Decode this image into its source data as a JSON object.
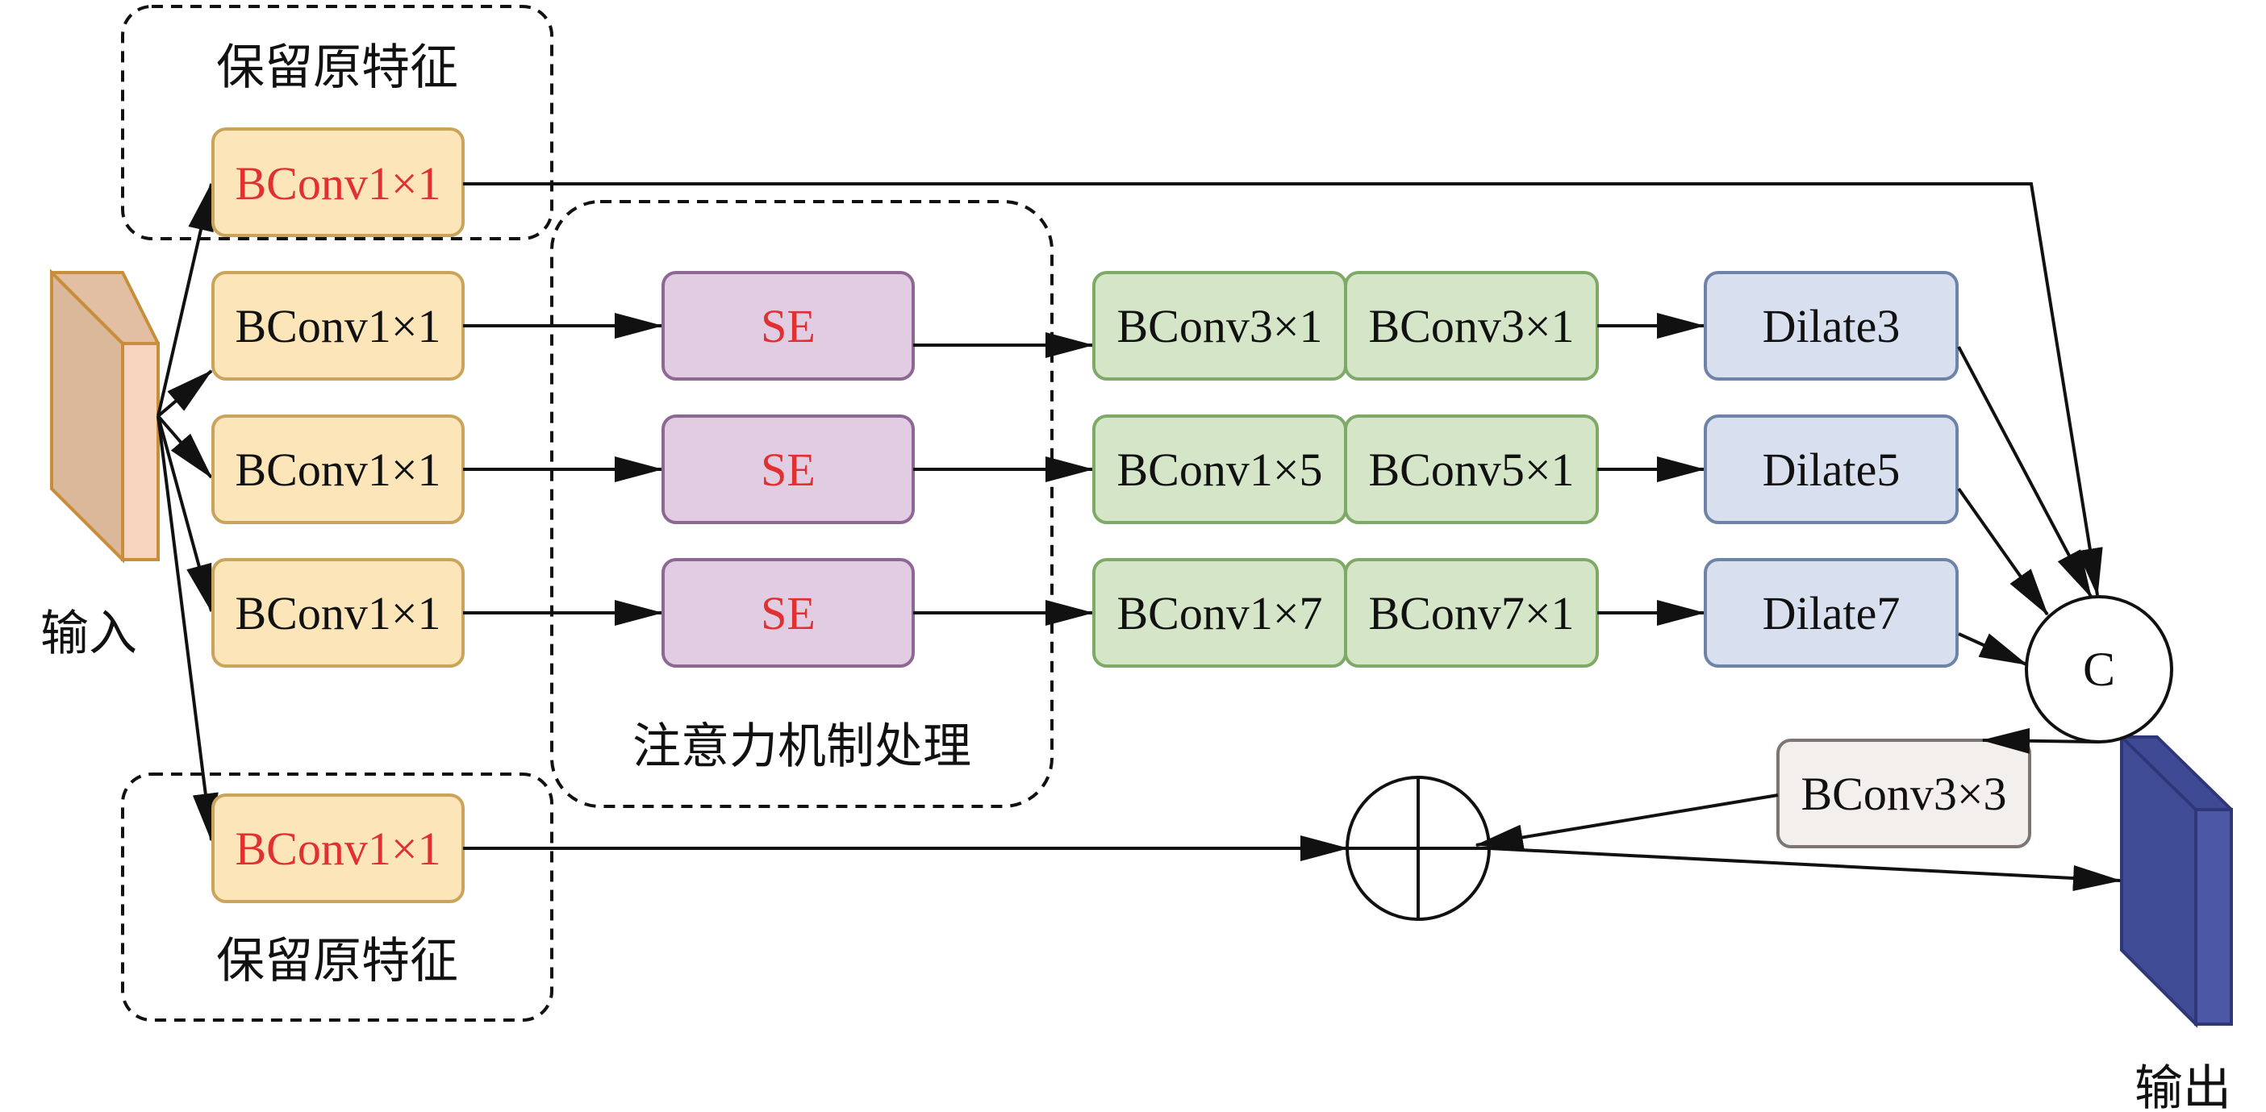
{
  "colors": {
    "bconv_fill": "#FCE5B8",
    "bconv_stroke": "#C9A45A",
    "se_fill": "#E1CCE1",
    "se_stroke": "#8E6894",
    "green_fill": "#D5E6C8",
    "green_stroke": "#7FA966",
    "dilate_fill": "#D8DFEF",
    "dilate_stroke": "#6F82A8",
    "bconv33_fill": "#F3EFEC",
    "bconv33_stroke": "#7E7672",
    "input_tensor": "#E2BFA3",
    "input_tensor_stroke": "#C98E3C",
    "output_tensor": "#3F4A94",
    "red_text": "#E03030",
    "black_text": "#111111"
  },
  "labels": {
    "input": "输入",
    "output": "输出",
    "keep_top": "保留原特征",
    "keep_bottom": "保留原特征",
    "attention": "注意力机制处理",
    "concat": "C"
  },
  "blocks": {
    "bconv_top": "BConv1×1",
    "bconv_b1": "BConv1×1",
    "bconv_b2": "BConv1×1",
    "bconv_b3": "BConv1×1",
    "bconv_bottom": "BConv1×1",
    "se1": "SE",
    "se2": "SE",
    "se3": "SE",
    "b1_conv_a": "BConv3×1",
    "b1_conv_b": "BConv3×1",
    "b2_conv_a": "BConv1×5",
    "b2_conv_b": "BConv5×1",
    "b3_conv_a": "BConv1×7",
    "b3_conv_b": "BConv7×1",
    "dilate1": "Dilate3",
    "dilate2": "Dilate5",
    "dilate3": "Dilate7",
    "bconv3x3": "BConv3×3"
  }
}
